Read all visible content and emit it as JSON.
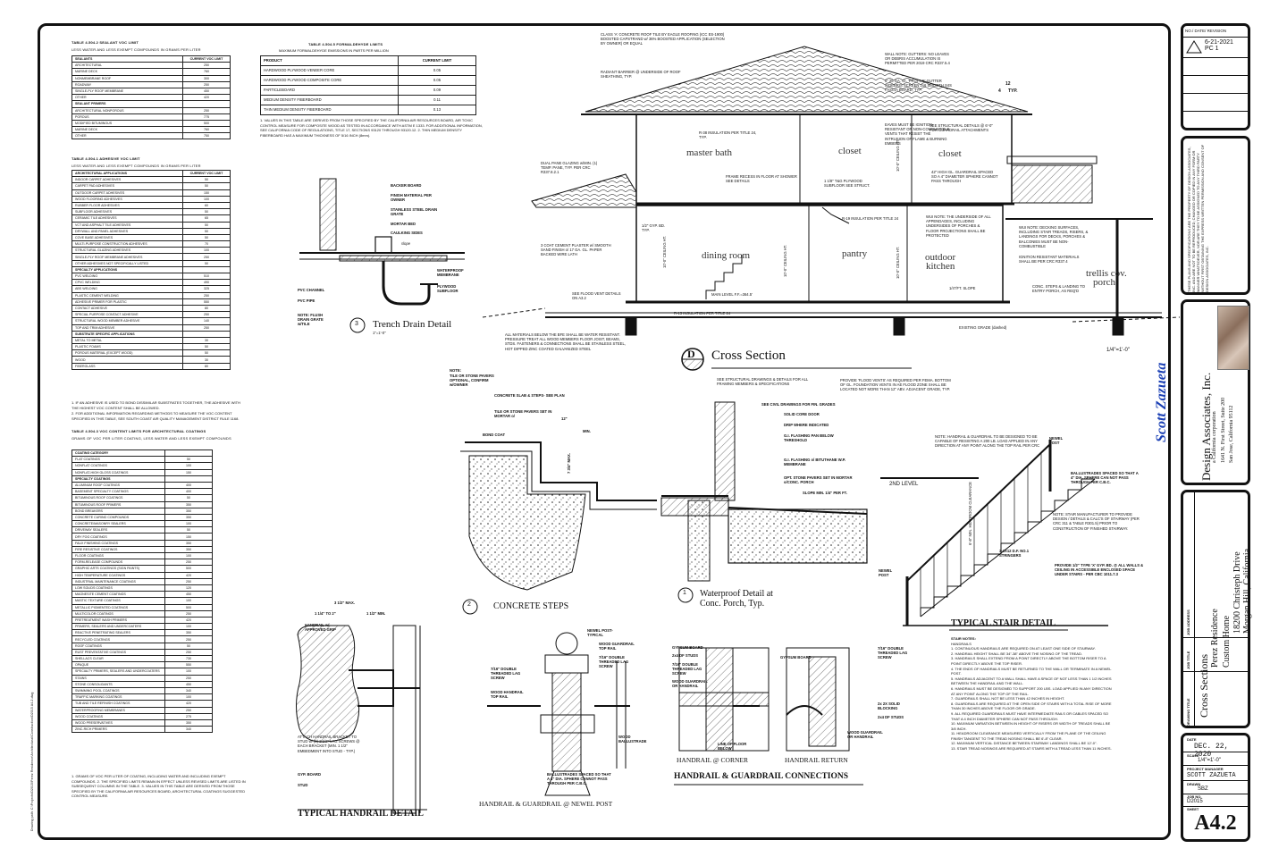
{
  "sheet": {
    "number": "A4.2",
    "sheet_label": "SHEET"
  },
  "revisions": {
    "header": "NO./ DATE/ REVISION",
    "date": "6-21-2021",
    "note": "PC 1"
  },
  "firm": {
    "name": "Design Associates, Inc.",
    "subtitle": "a California corporation",
    "address1": "1641 N. First Street, Suite 200",
    "address2": "San Jose, California 95112",
    "signature": "Scott Zazueta"
  },
  "project": {
    "drawing_title_label": "DRAWING TITLE",
    "drawing_title": "Cross Sections",
    "job_title_label": "JOB TITLE",
    "job_title_1": "Perez Residence",
    "job_title_2": "Custom Home",
    "job_address_label": "JOB ADDRESS",
    "address_1": "18200 Christeph Drive",
    "address_2": "Morgan Hill, California"
  },
  "meta": {
    "date_label": "DATE",
    "date": "DEC. 22, 2020",
    "scale_label": "SCALE",
    "scale": "1/4\"=1'-0\"",
    "pm_label": "PROJECT MANAGER",
    "pm": "SCOTT ZAZUETA",
    "drawn_label": "DRAWN",
    "drawn": "SBZ",
    "job_label": "JOB NO.",
    "job": "D2015"
  },
  "tables": {
    "sealant_title": "TABLE 4.504.2 SEALANT VOC LIMIT",
    "sealant_sub": "LESS WATER AND LESS EXEMPT COMPOUNDS IN GRAMS PER LITER",
    "sealant_rows": [
      [
        "SEALANTS",
        "CURRENT VOC LIMIT"
      ],
      [
        "ARCHITECTURAL",
        "250"
      ],
      [
        "MARINE DECK",
        "760"
      ],
      [
        "NONMEMBRANE ROOF",
        "300"
      ],
      [
        "ROADWAY",
        "250"
      ],
      [
        "SINGLE-PLY ROOF MEMBRANE",
        "450"
      ],
      [
        "OTHER",
        "420"
      ],
      [
        "SEALANT PRIMERS",
        ""
      ],
      [
        "ARCHITECTURAL NONPOROUS",
        "250"
      ],
      [
        "POROUS",
        "775"
      ],
      [
        "MODIFIED BITUMINOUS",
        "500"
      ],
      [
        "MARINE DECK",
        "760"
      ],
      [
        "OTHER",
        "750"
      ]
    ],
    "adhesive_title": "TABLE 4.504.1 ADHESIVE VOC LIMIT",
    "adhesive_sub": "LESS WATER AND LESS EXEMPT COMPOUNDS IN GRAMS PER LITER",
    "adhesive_rows": [
      [
        "ARCHITECTURAL APPLICATIONS",
        "CURRENT VOC LIMIT"
      ],
      [
        "INDOOR CARPET ADHESIVES",
        "50"
      ],
      [
        "CARPET PAD ADHESIVES",
        "50"
      ],
      [
        "OUTDOOR CARPET ADHESIVES",
        "150"
      ],
      [
        "WOOD FLOORING ADHESIVES",
        "100"
      ],
      [
        "RUBBER FLOOR ADHESIVES",
        "60"
      ],
      [
        "SUBFLOOR ADHESIVES",
        "50"
      ],
      [
        "CERAMIC TILE ADHESIVES",
        "65"
      ],
      [
        "VCT AND ASPHALT TILE ADHESIVES",
        "50"
      ],
      [
        "DRYWALL AND PANEL ADHESIVES",
        "50"
      ],
      [
        "COVE BASE ADHESIVES",
        "50"
      ],
      [
        "MULTI-PURPOSE CONSTRUCTION ADHESIVES",
        "70"
      ],
      [
        "STRUCTURAL GLAZING ADHESIVES",
        "100"
      ],
      [
        "SINGLE-PLY ROOF MEMBRANE ADHESIVES",
        "250"
      ],
      [
        "OTHER ADHESIVES NOT SPECIFICALLY LISTED",
        "50"
      ],
      [
        "SPECIALTY APPLICATIONS",
        ""
      ],
      [
        "PVC WELDING",
        "510"
      ],
      [
        "CPVC WELDING",
        "490"
      ],
      [
        "ABS WELDING",
        "325"
      ],
      [
        "PLASTIC CEMENT WELDING",
        "250"
      ],
      [
        "ADHESIVE PRIMER FOR PLASTIC",
        "550"
      ],
      [
        "CONTACT ADHESIVE",
        "80"
      ],
      [
        "SPECIAL PURPOSE CONTACT ADHESIVE",
        "250"
      ],
      [
        "STRUCTURAL WOOD MEMBER ADHESIVE",
        "140"
      ],
      [
        "TOP AND TRIM ADHESIVE",
        "250"
      ],
      [
        "SUBSTRATE SPECIFIC APPLICATIONS",
        ""
      ],
      [
        "METAL TO METAL",
        "30"
      ],
      [
        "PLASTIC FOAMS",
        "50"
      ],
      [
        "POROUS MATERIAL (EXCEPT WOOD)",
        "50"
      ],
      [
        "WOOD",
        "30"
      ],
      [
        "FIBERGLASS",
        "80"
      ]
    ],
    "coating_title": "TABLE 4.504.3 VOC CONTENT LIMITS FOR ARCHITECTURAL COATINGS",
    "coating_sub": "GRAMS OF VOC PER LITER COATING, LESS WATER AND LESS EXEMPT COMPOUNDS",
    "coating_rows": [
      [
        "COATING CATEGORY",
        ""
      ],
      [
        "FLAT COATINGS",
        "50"
      ],
      [
        "NONFLAT COATINGS",
        "100"
      ],
      [
        "NONFLAT-HIGH GLOSS COATINGS",
        "150"
      ],
      [
        "SPECIALTY COATINGS",
        ""
      ],
      [
        "ALUMINUM ROOF COATINGS",
        "400"
      ],
      [
        "BASEMENT SPECIALTY COATINGS",
        "400"
      ],
      [
        "BITUMINOUS ROOF COATINGS",
        "50"
      ],
      [
        "BITUMINOUS ROOF PRIMERS",
        "350"
      ],
      [
        "BOND BREAKERS",
        "350"
      ],
      [
        "CONCRETE CURING COMPOUNDS",
        "350"
      ],
      [
        "CONCRETE/MASONRY SEALERS",
        "100"
      ],
      [
        "DRIVEWAY SEALERS",
        "50"
      ],
      [
        "DRY FOG COATINGS",
        "150"
      ],
      [
        "FAUX FINISHING COATINGS",
        "350"
      ],
      [
        "FIRE RESISTIVE COATINGS",
        "350"
      ],
      [
        "FLOOR COATINGS",
        "100"
      ],
      [
        "FORM-RELEASE COMPOUNDS",
        "250"
      ],
      [
        "GRAPHIC ARTS COATINGS (SIGN PAINTS)",
        "500"
      ],
      [
        "HIGH TEMPERATURE COATINGS",
        "420"
      ],
      [
        "INDUSTRIAL MAINTENANCE COATINGS",
        "250"
      ],
      [
        "LOW SOLIDS COATINGS",
        "120"
      ],
      [
        "MAGNESITE CEMENT COATINGS",
        "450"
      ],
      [
        "MASTIC TEXTURE COATINGS",
        "100"
      ],
      [
        "METALLIC PIGMENTED COATINGS",
        "500"
      ],
      [
        "MULTICOLOR COATINGS",
        "250"
      ],
      [
        "PRETREATMENT WASH PRIMERS",
        "420"
      ],
      [
        "PRIMERS, SEALERS AND UNDERCOATERS",
        "100"
      ],
      [
        "REACTIVE PENETRATING SEALERS",
        "350"
      ],
      [
        "RECYCLED COATINGS",
        "250"
      ],
      [
        "ROOF COATINGS",
        "50"
      ],
      [
        "RUST PREVENTATIVE COATINGS",
        "250"
      ],
      [
        "SHELLACS CLEAR",
        "730"
      ],
      [
        "OPAQUE",
        "550"
      ],
      [
        "SPECIALTY PRIMERS, SEALERS AND UNDERCOATERS",
        "100"
      ],
      [
        "STAINS",
        "250"
      ],
      [
        "STONE CONSOLIDANTS",
        "450"
      ],
      [
        "SWIMMING POOL COATINGS",
        "340"
      ],
      [
        "TRAFFIC MARKING COATINGS",
        "100"
      ],
      [
        "TUB AND TILE REFINISH COATINGS",
        "420"
      ],
      [
        "WATERPROOFING MEMBRANES",
        "250"
      ],
      [
        "WOOD COATINGS",
        "275"
      ],
      [
        "WOOD PRESERVATIVES",
        "350"
      ],
      [
        "ZINC-RICH PRIMERS",
        "340"
      ]
    ],
    "formaldehyde_title": "TABLE 4.504.5 FORMALDEHYDE LIMITS",
    "formaldehyde_sub": "MAXIMUM FORMALDEHYDE EMISSIONS IN PARTS PER MILLION",
    "formaldehyde_rows": [
      [
        "PRODUCT",
        "CURRENT LIMIT"
      ],
      [
        "HARDWOOD PLYWOOD VENEER CORE",
        "0.05"
      ],
      [
        "HARDWOOD PLYWOOD COMPOSITE CORE",
        "0.05"
      ],
      [
        "PARTICLEBOARD",
        "0.09"
      ],
      [
        "MEDIUM DENSITY FIBERBOARD",
        "0.11"
      ],
      [
        "THIN MEDIUM DENSITY FIBERBOARD",
        "0.13"
      ]
    ],
    "formaldehyde_notes": "1. VALUES IN THIS TABLE ARE DERIVED FROM THOSE SPECIFIED BY THE CALIFORNIA AIR RESOURCES BOARD, AIR TOXIC CONTROL MEASURE FOR COMPOSITE WOOD AS TESTED IN ACCORDANCE WITH ASTM E 1333. FOR ADDITIONAL INFORMATION, SEE CALIFORNIA CODE OF REGULATIONS, TITLE 17, SECTIONS 93120 THROUGH 93120.12.  2. THIN MEDIUM DENSITY FIBERBOARD HAS A MAXIMUM THICKNESS OF 5/16 INCH (8mm)."
  },
  "details": {
    "cross_section_letter": "D",
    "cross_section_title": "Cross Section",
    "cross_section_scale": "1/4\"=1'-0\"",
    "trench_num": "3",
    "trench_title": "Trench Drain Detail",
    "trench_scale": "1\"=1'-0\"",
    "steps_num": "2",
    "steps_title": "CONCRETE STEPS",
    "waterproof_num": "1",
    "waterproof_title_1": "Waterproof Detail at",
    "waterproof_title_2": "Conc. Porch, Typ.",
    "stair_title": "TYPICAL STAIR DETAIL",
    "handrail_title": "TYPICAL HANDRAIL DETAIL",
    "newel_title": "HANDRAIL & GUARDRAIL @ NEWEL POST",
    "connections_title": "HANDRAIL & GUARDRAIL CONNECTIONS",
    "corner_label": "HANDRAIL @ CORNER",
    "return_label": "HANDRAIL RETURN"
  },
  "rooms": {
    "master_bath": "master bath",
    "closet_1": "closet",
    "closet_2": "closet",
    "dining_room": "dining room",
    "pantry": "pantry",
    "outdoor_kitchen_1": "outdoor",
    "outdoor_kitchen_2": "kitchen",
    "trellis_1": "trellis cov.",
    "trellis_2": "porch"
  },
  "section_labels": {
    "roof_tile": "CLASS 'A' CONCRETE ROOF TILE BY EAGLE ROOFING (ICC ES-1900) BOOSTED CAPSTRAND w/ 36% BOOSTED APPLICATION (SELECTION BY OWNER) OR EQUAL",
    "radiant_barrier": "RADIANT BARRIER @ UNDERSIDE OF ROOF SHEATHING, TYP.",
    "roof_pitch": "TYP.",
    "pitch_run": "12",
    "pitch_rise": "4",
    "gutter": "5\" 26 GA. GI. 'PROFILE' GUTTER w/DEBRIS SCREEN 2x6 SMOOTH S4S FASCIA BOARD, TYP.",
    "eaves": "EAVES MUST BE IGNITION-RESISTANT OR NON-COMBUSTIBLE VENTS THAT RESIST THE INTRUSION OF FLAME & BURNING EMBERS",
    "dual_pane": "DUAL PANE GLAZING w/MIN. (1) TEMP. PANE, TYP. PER CRC R337.8.2.1",
    "struct": "SEE STRUCTURAL DETAILS @ 6'-0\" FOR GUARDRAIL ATTACHMENTS",
    "guardrail": "42\" HIGH GL. GUARDRAIL SPACED SO A 4\" DIAMETER SPHERE CANNOT PASS THROUGH",
    "r38": "R-38 INSULATION PER TITLE 24, TYP.",
    "r19": "R-19 INSULATION PER TITLE 24",
    "r13": "R-13 INSULATION PER TITLE 24",
    "recess": "FRAME RECESS IN FLOOR AT SHOWER SEE DETAILS",
    "ply": "1 1/8\" T&G PLYWOOD SUBFLOOR SEE STRUCT.",
    "gyp": "1/2\" GYP. BD. TYP.",
    "plaster": "3 COAT CEMENT PLASTER w/ SMOOTH SAND FINISH o/ 17 GA. GL. PAPER BACKED WIRE LATH",
    "flood_vent": "SEE FLOOD VENT DETAILS ON A3.2",
    "main_level": "MAIN LEVEL F.F.=364.5'",
    "ceiling_1": "10'-0\" CEILING HT.",
    "ceiling_2": "10'-0\" CEILING HT.",
    "ceiling_3": "10'-0\" CEILING HT.",
    "ceiling_4": "10'-0\" CEILING HT.",
    "existing_grade": "EXISTING GRADE (dashed)",
    "conc_steps": "CONC. STEPS & LANDING TO ENTRY PORCH, AS REQ'D",
    "ign": "IGNITION RESISTANT MATERIALS SHALL BE PER CRC R337.4",
    "slope": "1/4\"/FT. SLOPE",
    "all_mat": "ALL MATERIALS BELOW THE BFE SHALL BE WATER RESISTANT. PRESSURE TREAT ALL WOOD MEMBERS FLOOR JOIST, BEAMS, STDS. FASTENERS & CONNECTIONS SHALL BE STAINLESS STEEL, HOT DIPPED ZINC COATED GALVANIZED STEEL",
    "flood_note": "PROVIDE 'FLOOD VENTS' AS REQUIRED PER FEMA. BOTTOM OF GL. FOUNDATION VENTS IN AE FLOOD ZONE SHALL BE LOCATED NOT MORE THAN 12\" ABV. ADJACENT GRADE, TYP.",
    "see_struct": "SEE STRUCTURAL DRAWINGS & DETAILS FOR ALL FRAMING MEMBERS & SPECIFICATIONS",
    "wall_note": "WALL NOTE: GUTTERS: NO LEAVES OR DEBRIS ACCUMULATION IS PERMITTED PER 2019 CRC R337.5.4",
    "deck_note": "WUI NOTE: DECKING SURFACES, INCLUDING STAIR TREADS, RISERS, & LANDINGS FOR DECKS, PORCHES & BALCONIES MUST BE NON-COMBUSTIBLE",
    "under_note": "WUI NOTE: THE UNDERSIDE OF ALL APPENDAGES, INCLUDING UNDERSIDES OF PORCHES & FLOOR PROJECTIONS SHALL BE PROTECTED"
  },
  "trench_labels": {
    "backer": "BACKER BOARD",
    "finish": "FINISH MATERIAL PER OWNER",
    "grate": "STAINLESS STEEL DRAIN GRATE",
    "mortar": "MORTAR BED",
    "caulk": "CAULKING SIDES",
    "slope": "slope",
    "membrane": "WATERPROOF MEMBRANE",
    "plywood": "PLYWOOD SUBFLOOR",
    "pvc_channel": "PVC CHANNEL",
    "pvc_pipe": "PVC PIPE",
    "note": "NOTE: FLUSH DRAIN GRATE w/TILE"
  },
  "steps_labels": {
    "note_title": "NOTE:",
    "note": "TILE OR STONE PAVERS OPTIONAL, CONFIRM w/OWNER",
    "slab": "CONCRETE SLAB & STEPS- SEE PLAN",
    "pavers": "TILE OR STONE PAVERS SET IN MORTAR o/",
    "bond": "BOND COAT",
    "dim_12": "12\"",
    "dim_min": "MIN.",
    "dim_7": "7 3/4\" MAX."
  },
  "porch_labels": {
    "civil": "SEE CIVIL DRAWINGS FOR FIN. GRADES",
    "door": "SOLID CORE DOOR",
    "drip": "DRIP WHERE INDICATED",
    "flash": "G.I. FLASHING PAN BELOW THRESHOLD",
    "flash2": "G.I. FLASHING o/ BITUTHANE W.P. MEMBRANE",
    "opt": "OPT. STONE PAVERS SET IN MORTAR o/CONC. PORCH",
    "slope": "SLOPE MIN. 1/4\" PER FT."
  },
  "stair_labels": {
    "note": "NOTE: HANDRAIL & GUARDRAIL TO BE DESIGNED TO BE CAPABLE OF RESISTING A 200 LB. LOAD APPLIED IN ANY DIRECTION AT ANY POINT ALONG THE TOP RAIL PER CRC",
    "newel_top": "NEWEL POST",
    "balust": "BALLUSTRADES SPACED SO THAT A 4\" DIA. SPHERE CAN NOT PASS THROUGH PER C.B.C.",
    "level2": "2ND LEVEL",
    "mfr": "NOTE: STAIR MANUFACTURER TO PROVIDE DESIGN / DETAILS & CALC'S OF STAIRWAY (PER CRC 311 & TABLE R301.5) PRIOR TO CONSTRUCTION OF FINISHED STAIRWAY.",
    "stringers": "3-2X12 D.F. NO.1 STRINGERS",
    "gyp": "PROVIDE 1/2\" TYPE 'X' GYP. BD. @ ALL WALLS & CEILING IN ACCESSIBLE ENCLOSED SPACE UNDER STAIRS - PER CBC 1011.7.3",
    "newel_bottom": "NEWEL POST",
    "headroom": "6'-8\" MIN. HEADROOM CLEARANCE"
  },
  "stair_notes": {
    "title": "STAIR NOTES:",
    "handrails": "HANDRAILS",
    "items": [
      "1. CONTINUOUS HANDRAILS ARE REQUIRED ON AT LEAST ONE SIDE OF STAIRWAY.",
      "2. HANDRAIL HEIGHT SHALL BE 34\"-38\" ABOVE THE NOSING OF THE TREAD.",
      "3. HANDRAILS SHALL EXTEND FROM A POINT DIRECTLY ABOVE THE BOTTOM RISER TO A POINT DIRECTLY ABOVE THE TOP RISER.",
      "4. THE ENDS OF HANDRAILS MUST BE RETURNED TO THE WALL OR TERMINATE IN A NEWEL POST.",
      "5. HANDRAILS ADJACENT TO A WALL SHALL HAVE A SPACE OF NOT LESS THAN 1 1/2 INCHES BETWEEN THE HANDRAIL AND THE WALL.",
      "6. HANDRAILS MUST BE DESIGNED TO SUPPORT 200 LBS. LOAD APPLIED IN ANY DIRECTION AT ANY POINT ALONG THE TOP OF THE RAIL.",
      "7. GUARDRAILS SHALL NOT BE LESS THAN 42 INCHES IN HEIGHT.",
      "8. GUARDRAILS ARE REQUIRED AT THE OPEN SIDE OF STAIRS WITH A TOTAL RISE OF MORE THAN 30 INCHES ABOVE THE FLOOR OR GRADE.",
      "9. ALL REQUIRED GUARDRAILS MUST HAVE INTERMEDIATE RAILS OR CABLES SPACED SO THAT A 4 INCH DIAMETER SPHERE CAN NOT PASS THROUGH.",
      "10. MAXIMUM VARIATION BETWEEN IN HEIGHT OF RISERS OR WIDTH OF TREADS SHALL BE 3/8 INCH.",
      "11. HEADROOM CLEARANCE MEASURED VERTICALLY FROM THE PLANE OF THE CEILING FINISH TANGENT TO THE TREAD NOSING SHALL BE 6'-8\" CLEAR.",
      "12. MAXIMUM VERTICAL DISTANCE BETWEEN STAIRWAY LANDINGS SHALL BE 12'-0\".",
      "13. STAIR TREAD NOSINGS ARE REQUIRED AT STAIRS WITH A TREAD LESS THAN 11 INCHES."
    ]
  },
  "handrail_labels": {
    "dim_max": "3 1/2\" MAX.",
    "dim_a": "1 1/4\" TO 2\"",
    "dim_b": "1 1/2\" MIN.",
    "grip": "HANDRAIL w/ APPROVED GRIP",
    "attach": "ATTACH HANDRAIL BRACKET TO STUD w/ (2) 2 1/2\" LAG SCREWS @ EACH BRACKET (MIN. 1 1/2\" EMBEDMENT INTO STUD - TYP.)",
    "gyp": "GYP. BOARD",
    "stud": "STUD"
  },
  "newel_labels": {
    "post": "NEWEL POST- TYPICAL",
    "wood_top": "WOOD GUARDRAIL TOP RAIL",
    "lag": "7/16\" DOUBLE THREADED LAG SCREW",
    "lag_left": "7/16\" DOUBLE THREADED LAG SCREW",
    "handrail_top": "WOOD HANDRAIL TOP RAIL",
    "ballus": "WOOD BALLUSTRADE",
    "spacing": "BALLUSTRADES SPACED SO THAT A 4\" DIA. SPHERE CANNOT PASS THROUGH PER C.B.C."
  },
  "conn_labels": {
    "gyp1": "GYPSUM BOARD",
    "studs1": "2x4 DF STUDS",
    "lag1": "7/16\" DOUBLE THREADED LAG SCREW",
    "wood1": "WOOD GUARDRAIL OR HANDRAIL",
    "floor": "LINE OF FLOOR BELOW",
    "gyp2": "GYPSUM BOARD",
    "lag2": "7/16\" DOUBLE THREADED LAG SCREW",
    "block": "2x 2X SOLID BLOCKING",
    "studs2": "2x4 DF STUDS",
    "wood2": "WOOD GUARDRAIL OR HANDRAIL"
  },
  "footnotes": {
    "adhesive": "1. IF AN ADHESIVE IS USED TO BOND DISSIMILAR SUBSTRATES TOGETHER, THE ADHESIVE WITH THE HIGHEST VOC CONTENT SHALL BE ALLOWED.",
    "adhesive2": "2. FOR ADDITIONAL INFORMATION REGARDING METHODS TO MEASURE THE VOC CONTENT SPECIFIED IN THIS TABLE, SEE SOUTH COAST AIR QUALITY MANAGEMENT DISTRICT RULE 1168.",
    "coating": "1. GRAMS OF VOC PER LITER OF COATING, INCLUDING WATER AND INCLUDING EXEMPT COMPOUNDS. 2. THE SPECIFIED LIMITS REMAIN IN EFFECT UNLESS REVISED LIMITS ARE LISTED IN SUBSEQUENT COLUMNS IN THE TABLE. 3. VALUES IN THIS TABLE ARE DERIVED FROM THOSE SPECIFIED BY THE CALIFORNIA AIR RESOURCES BOARD, ARCHITECTURAL COATINGS SUGGESTED CONTROL MEASURE."
  },
  "copyright": "THESE PLANS AND SPECIFICATIONS ARE THE PROPERTY OF DESIGN ASSOCIATES, INC. AND ARE NOT TO BE REPRODUCED, CHANGED OR COPIED IN ANY FORM OR MANNER WHATSOEVER, NOR ARE THEY TO BE ASSIGNED TO ANY THIRD PARTY WITHOUT FIRST OBTAINING THE EXPRESS WRITTEN PERMISSION AND CONSENT OF DESIGN ASSOCIATES, INC.",
  "filepath": "Drawing path: C:\\Projects\\D2015\\Perez Residence\\Architectural\\Construction\\D2015 A4-2.dwg"
}
